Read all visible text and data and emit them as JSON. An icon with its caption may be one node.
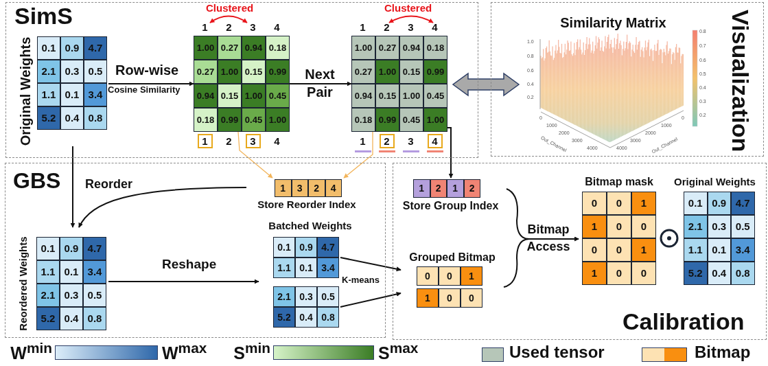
{
  "diagram": {
    "nodes": [
      {
        "text": [
          "SimS"
        ]
      },
      {
        "text": [
          "Original Weights",
          "0.1",
          "0.9",
          "4.7",
          "2.1",
          "0.3",
          "0.5",
          "1.1",
          "0.1",
          "3.4",
          "5.2",
          "0.4",
          "0.8"
        ],
        "in": 0
      },
      {
        "text": [
          "1.00",
          "0.27",
          "0.94",
          "0.18",
          "0.27",
          "1.00",
          "0.15",
          "0.99",
          "0.94",
          "0.15",
          "1.00",
          "0.45",
          "0.18",
          "0.99",
          "0.45",
          "1.00"
        ],
        "beside": [
          "1",
          "2",
          "3",
          "4",
          "1",
          "2",
          "3",
          "4"
        ],
        "in": 0
      },
      {
        "text": [
          "1.00",
          "0.27",
          "0.94",
          "0.18",
          "0.27",
          "1.00",
          "0.15",
          "0.99",
          "0.94",
          "0.15",
          "1.00",
          "0.45",
          "0.18",
          "0.99",
          "0.45",
          "1.00"
        ],
        "beside": [
          "1",
          "2",
          "3",
          "4",
          "1",
          "2",
          "3",
          "4"
        ],
        "in": 0
      },
      {
        "text": [
          "Visualization"
        ]
      },
      {
        "text": [
          "Similarity Matrix"
        ],
        "in": 4
      },
      {
        "text": [
          "GBS"
        ]
      },
      {
        "text": [
          "1",
          "3",
          "2",
          "4",
          "Store Reorder Index"
        ],
        "in": 6
      },
      {
        "text": [
          "Reordered Weights",
          "0.1",
          "0.9",
          "4.7",
          "1.1",
          "0.1",
          "3.4",
          "2.1",
          "0.3",
          "0.5",
          "5.2",
          "0.4",
          "0.8"
        ],
        "in": 6
      },
      {
        "text": [
          "Batched Weights"
        ],
        "in": 6
      },
      {
        "text": [
          "0.1",
          "0.9",
          "4.7",
          "1.1",
          "0.1",
          "3.4"
        ],
        "in": 9
      },
      {
        "text": [
          "2.1",
          "0.3",
          "0.5",
          "5.2",
          "0.4",
          "0.8"
        ],
        "in": 9
      },
      {
        "text": [
          "Calibration"
        ]
      },
      {
        "text": [
          "1",
          "2",
          "1",
          "2",
          "Store Group Index"
        ],
        "in": 12
      },
      {
        "text": [
          "Grouped Bitmap",
          "0",
          "0",
          "1",
          "1",
          "0",
          "0"
        ],
        "in": 12
      },
      {
        "text": [
          "Bitmap mask",
          "0",
          "0",
          "1",
          "1",
          "0",
          "0",
          "0",
          "0",
          "1",
          "1",
          "0",
          "0"
        ],
        "in": 12
      },
      {
        "text": [
          "Original Weights",
          "0.1",
          "0.9",
          "4.7",
          "2.1",
          "0.3",
          "0.5",
          "1.1",
          "0.1",
          "3.4",
          "5.2",
          "0.4",
          "0.8"
        ],
        "in": 12
      },
      {
        "text": [],
        "shape": "bar",
        "beside": [
          "W$^{min}$",
          "W$^{max}$"
        ]
      },
      {
        "text": [],
        "shape": "bar",
        "beside": [
          "S$^{min}$",
          "S$^{max}$"
        ]
      }
    ],
    "edges": [
      {
        "from": 1,
        "to": 8,
        "arrow": "to"
      },
      {
        "from": 7,
        "to": 8,
        "arrow": "to",
        "label": "Reorder"
      },
      {
        "from": 1,
        "to": 2,
        "arrow": "to",
        "label": "Row-wise"
      },
      {
        "from": 2,
        "to": 3,
        "arrow": "to",
        "label": "Next Pair"
      },
      {
        "from": 3,
        "to": 5,
        "arrow": "both",
        "style": "thick",
        "color": "#a9a9a9"
      },
      {
        "from": 2,
        "to": 7,
        "arrow": "to",
        "color": "#f2b45a"
      },
      {
        "from": 3,
        "to": 7,
        "arrow": "to",
        "color": "#f2b45a"
      },
      {
        "from": 3,
        "to": 13,
        "arrow": "to"
      },
      {
        "from": 8,
        "to": 9,
        "arrow": "to",
        "label": "Reshape"
      },
      {
        "from": 10,
        "to": 14,
        "arrow": "to"
      },
      {
        "from": 11,
        "to": 14,
        "arrow": "to"
      },
      {
        "from": 13,
        "to": 15,
        "arrow": "to",
        "label": "Bitmap Access"
      },
      {
        "from": 14,
        "to": 15,
        "arrow": "to"
      }
    ],
    "labels": [
      "Clustered",
      "Clustered",
      "Cosine Similarity",
      "K-means",
      "1.0",
      "0.8",
      "0.6",
      "0.4",
      "0.2",
      "0",
      "1000",
      "2000",
      "3000",
      "4000",
      "Out_Channel",
      "0",
      "1000",
      "2000",
      "3000",
      "4000",
      "Out_Channel",
      "0.8",
      "0.7",
      "0.6",
      "0.5",
      "0.4",
      "0.3",
      "0.2"
    ],
    "legend": [
      {
        "text": "Used tensor",
        "color": "#b6c6b8"
      },
      {
        "text": "Bitmap"
      }
    ]
  }
}
